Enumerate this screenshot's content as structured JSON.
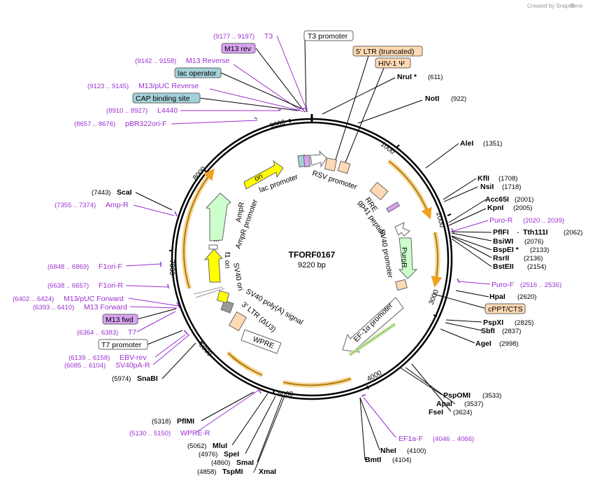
{
  "watermark": "Created by SnapGene",
  "plasmid": {
    "name": "TFORF0167",
    "length_label": "9220 bp"
  },
  "ticks": [
    "1000",
    "2000",
    "3000",
    "4000",
    "5000",
    "6000",
    "7000",
    "8000",
    "9000"
  ],
  "outside_labels": {
    "t3": {
      "range": "(9177 .. 9197)",
      "name": "T3"
    },
    "t3_promoter": "T3 promoter",
    "m13rev": "M13 rev",
    "ltr5": "5' LTR (truncated)",
    "m13reverse": {
      "range": "(9142 .. 9158)",
      "name": "M13 Reverse"
    },
    "hiv1": "HIV-1 Ψ",
    "nrui": {
      "name": "NruI *",
      "pos": "(611)"
    },
    "lac_operator": "lac operator",
    "m13puc_reverse": {
      "range": "(9123 .. 9145)",
      "name": "M13/pUC Reverse"
    },
    "noti": {
      "name": "NotI",
      "pos": "(922)"
    },
    "cap": "CAP binding site",
    "l4440": {
      "range": "(8910 .. 8927)",
      "name": "L4440"
    },
    "pbr322": {
      "range": "(8657 .. 8676)",
      "name": "pBR322ori-F"
    },
    "alei": {
      "name": "AleI",
      "pos": "(1351)"
    },
    "kfli": {
      "name": "KflI",
      "pos": "(1708)"
    },
    "scai": {
      "name": "ScaI",
      "pos": "(7443)"
    },
    "nsii": {
      "name": "NsiI",
      "pos": "(1718)"
    },
    "acc65i": {
      "name": "Acc65I",
      "pos": "(2001)"
    },
    "ampr_primer": {
      "range": "(7355 .. 7374)",
      "name": "Amp-R"
    },
    "kpni": {
      "name": "KpnI",
      "pos": "(2005)"
    },
    "puror_primer": {
      "name": "Puro-R",
      "range": "(2020 .. 2039)"
    },
    "pflfi": {
      "name": "PflFI",
      "sep": "-",
      "name2": "Tth111I",
      "pos": "(2062)"
    },
    "bsiwi": {
      "name": "BsiWI",
      "pos": "(2076)"
    },
    "bspei": {
      "name": "BspEI *",
      "pos": "(2133)"
    },
    "rsrii": {
      "name": "RsrII",
      "pos": "(2136)"
    },
    "bsteii": {
      "name": "BstEII",
      "pos": "(2154)"
    },
    "f1orif": {
      "range": "(6848 .. 6869)",
      "name": "F1ori-F"
    },
    "puro_f": {
      "name": "Puro-F",
      "range": "(2516 .. 2536)"
    },
    "f1orir": {
      "range": "(6638 .. 6657)",
      "name": "F1ori-R"
    },
    "hpai": {
      "name": "HpaI",
      "pos": "(2620)"
    },
    "m13puc_forward": {
      "range": "(6402 .. 6424)",
      "name": "M13/pUC Forward"
    },
    "cppt": "cPPT/CTS",
    "m13forward": {
      "range": "(6393 .. 6410)",
      "name": "M13 Forward"
    },
    "m13fwd": "M13 fwd",
    "pspxi": {
      "name": "PspXI",
      "pos": "(2825)"
    },
    "sbfi": {
      "name": "SbfI",
      "pos": "(2837)"
    },
    "t7": {
      "range": "(6364 .. 6383)",
      "name": "T7"
    },
    "agei": {
      "name": "AgeI",
      "pos": "(2998)"
    },
    "t7_promoter": "T7 promoter",
    "ebv_rev": {
      "range": "(6139 .. 6158)",
      "name": "EBV-rev"
    },
    "sv40pa_r": {
      "range": "(6085 .. 6104)",
      "name": "SV40pA-R"
    },
    "snabi": {
      "pos": "(5974)",
      "name": "SnaBI"
    },
    "pspomi": {
      "name": "PspOMI",
      "pos": "(3533)"
    },
    "apai": {
      "name": "ApaI",
      "pos": "(3537)"
    },
    "fsei": {
      "name": "FseI",
      "pos": "(3624)"
    },
    "pfimi": {
      "pos": "(5318)",
      "name": "PflMI"
    },
    "wpre_r": {
      "range": "(5130 .. 5150)",
      "name": "WPRE-R"
    },
    "ef1a_f": {
      "name": "EF1a-F",
      "range": "(4046 .. 4066)"
    },
    "mlui": {
      "pos": "(5062)",
      "name": "MluI"
    },
    "nhei": {
      "name": "NheI",
      "pos": "(4100)"
    },
    "spei": {
      "pos": "(4976)",
      "name": "SpeI"
    },
    "bmti": {
      "name": "BmtI",
      "pos": "(4104)"
    },
    "smai": {
      "pos": "(4860)",
      "name": "SmaI"
    },
    "tspmi": {
      "pos": "(4858)",
      "name": "TspMI",
      "sep": "-",
      "name2": "XmaI"
    }
  },
  "inner_features": {
    "ori": "ori",
    "lac_promoter": "lac promoter",
    "rsv_promoter": "RSV promoter",
    "ampr": "AmpR",
    "ampr_promoter": "AmpR promoter",
    "rre": "RRE",
    "gp41": "gp41 peptide",
    "f1ori": "f1 ori",
    "sv40ori": "SV40 ori",
    "sv40promoter": "SV40 promoter",
    "puror": "PuroR",
    "sv40polya": "SV40 poly(A) signal",
    "ltr3": "3' LTR (ΔU3)",
    "wpre": "WPRE",
    "ef1a": "EF-1α promoter",
    "ampr_dots": "..."
  },
  "colors": {
    "primer": "#9b30d0",
    "line": "#000000",
    "ori_fill": "#ffff00",
    "ampr_fill": "#ccffcc",
    "ltr_fill": "#ffd9b3",
    "puror_fill": "#ccffcc",
    "orf_fill": "#f6b24a",
    "m13rev_fill": "#d9a3f2",
    "lac_fill": "#a3d1d9"
  }
}
